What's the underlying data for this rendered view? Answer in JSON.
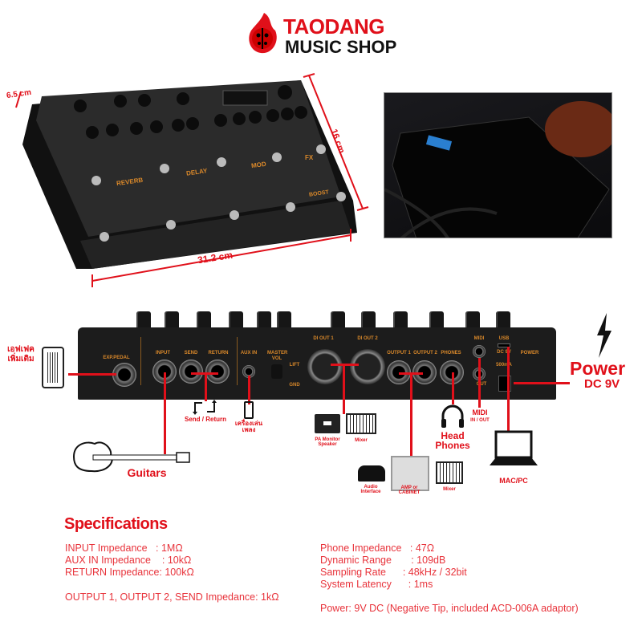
{
  "logo": {
    "line1": "TAODANG",
    "line2": "MUSIC SHOP"
  },
  "dimensions": {
    "height": "6.5 cm",
    "depth": "16 cm",
    "width": "31.2 cm"
  },
  "pedal_labels": {
    "reverb": "REVERB",
    "delay": "DELAY",
    "mod": "MOD",
    "fx": "FX",
    "boost": "BOOST"
  },
  "panel": {
    "exp_pedal": "EXP.PEDAL",
    "input": "INPUT",
    "send": "SEND",
    "return": "RETURN",
    "aux_in": "AUX IN",
    "master_vol": "MASTER VOL",
    "lift": "LIFT",
    "gnd": "GND",
    "di_out1": "DI OUT 1",
    "di_out2": "DI OUT 2",
    "output1": "OUTPUT 1",
    "output2": "OUTPUT 2",
    "phones": "PHONES",
    "midi": "MIDI",
    "out": "OUT",
    "usb": "USB",
    "dc9v": "DC 9V",
    "ma": "500mA",
    "power": "POWER"
  },
  "callouts": {
    "exp_effect": "เอฟเฟค เพิ่มเติม",
    "send_return": "Send / Return",
    "player": "เครื่องเล่น เพลง",
    "guitars": "Guitars",
    "pa": "PA Monitor Speaker",
    "mixer1": "Mixer",
    "audio_interface": "Audio Interface",
    "amp": "AMP or CABINET",
    "mixer2": "Mixer",
    "head_phones": "Head Phones",
    "midi": "MIDI",
    "midi_io": "IN / OUT",
    "macpc": "MAC/PC",
    "power": "Power",
    "dc9v": "DC 9V"
  },
  "specs": {
    "title": "Specifications",
    "left": [
      "INPUT Impedance   : 1MΩ",
      "AUX IN Impedance    : 10kΩ",
      "RETURN Impedance: 100kΩ"
    ],
    "left_extra": "OUTPUT 1, OUTPUT 2, SEND Impedance: 1kΩ",
    "right": [
      "Phone Impedance   : 47Ω",
      "Dynamic Range       : 109dB",
      "Sampling Rate      : 48kHz / 32bit",
      "System Latency      : 1ms"
    ],
    "power": "Power: 9V DC (Negative Tip, included ACD-006A adaptor)"
  },
  "colors": {
    "accent": "#e0101a",
    "panel_label": "#d9882a",
    "body": "#1c1c1c"
  }
}
